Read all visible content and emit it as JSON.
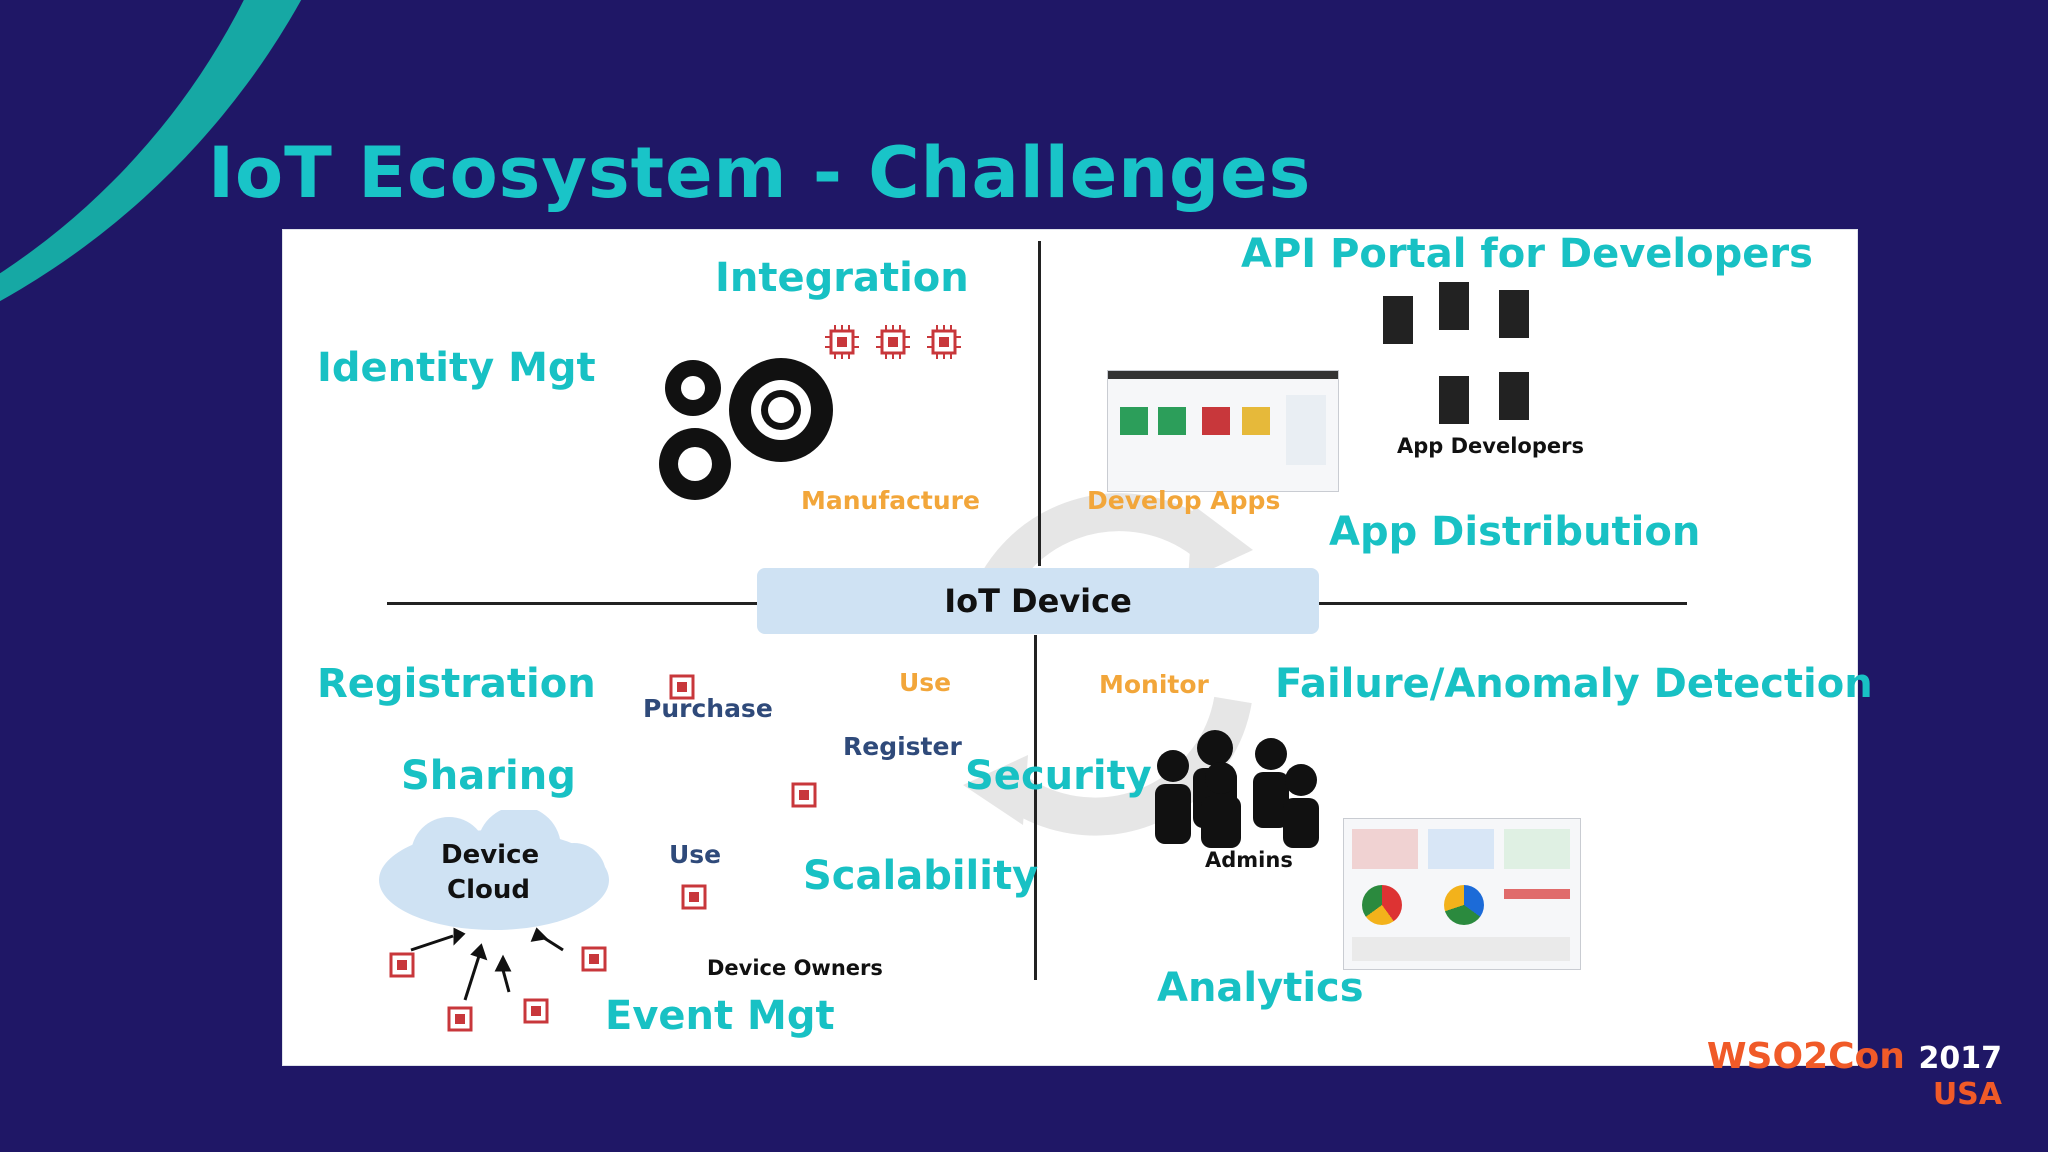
{
  "slide": {
    "title": "IoT Ecosystem - Challenges"
  },
  "labels": {
    "integration": "Integration",
    "identity_mgt": "Identity Mgt",
    "api_portal": "API Portal for Developers",
    "app_distribution": "App Distribution",
    "registration": "Registration",
    "sharing": "Sharing",
    "security": "Security",
    "scalability": "Scalability",
    "event_mgt": "Event Mgt",
    "failure_detection": "Failure/Anomaly Detection",
    "analytics": "Analytics"
  },
  "small_labels": {
    "manufacture": "Manufacture",
    "develop_apps": "Develop Apps",
    "app_developers": "App Developers",
    "iot_device": "IoT Device",
    "purchase": "Purchase",
    "use_top": "Use",
    "register": "Register",
    "monitor": "Monitor",
    "use_bottom": "Use",
    "device_owners": "Device Owners",
    "admins": "Admins",
    "device_cloud_line1": "Device",
    "device_cloud_line2": "Cloud"
  },
  "logo": {
    "brand": "WSO2Con",
    "year": "2017",
    "region": "USA"
  },
  "colors": {
    "background": "#1f1766",
    "accent_teal": "#18c1c4",
    "arc_teal": "#16a8a4",
    "label_orange": "#f2a63a",
    "label_navy": "#2f4a7a",
    "chip_red": "#c8373b",
    "device_bar": "#cfe2f3"
  },
  "icons": [
    "gears-icon",
    "chip-icon",
    "developer-icon",
    "admin-people-icon",
    "cloud-icon",
    "cycle-arrows-icon",
    "dashboard-screenshot",
    "app-store-screenshot"
  ]
}
